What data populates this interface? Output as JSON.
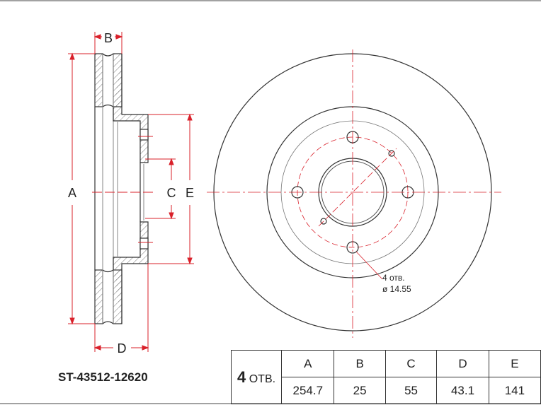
{
  "part_number": "ST-43512-12620",
  "dimension_labels": {
    "A": "A",
    "B": "B",
    "C": "C",
    "D": "D",
    "E": "E"
  },
  "holes_note": {
    "count_label": "4 отв.",
    "diameter_label": "ø 14.55"
  },
  "table": {
    "holes_count": "4",
    "holes_unit": "ОТВ.",
    "headers": [
      "A",
      "B",
      "C",
      "D",
      "E"
    ],
    "values": [
      "254.7",
      "25",
      "55",
      "43.1",
      "141"
    ]
  },
  "colors": {
    "dimension": "#d9202a",
    "outline": "#333333"
  }
}
